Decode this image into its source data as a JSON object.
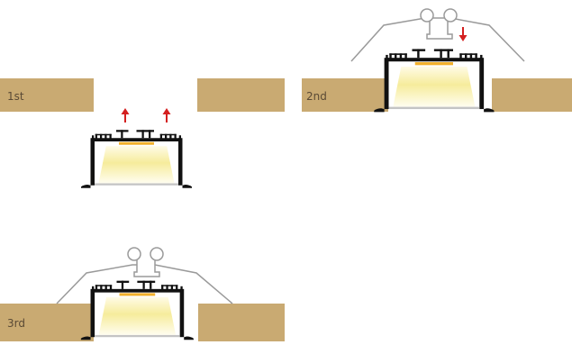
{
  "steps": [
    {
      "label": "1st"
    },
    {
      "label": "2nd"
    },
    {
      "label": "3rd"
    }
  ],
  "colors": {
    "wood": "#c9aa72",
    "profile": "#111111",
    "wire": "#9a9a9a",
    "arrow": "#d42020",
    "diffuser": "#bfbfbf",
    "light_top": "#fff9d8",
    "light_bottom": "#f1e07a"
  }
}
